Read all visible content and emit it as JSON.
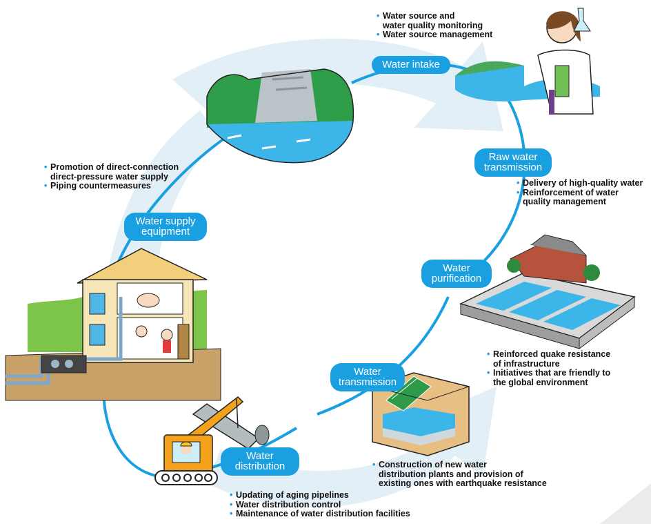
{
  "colors": {
    "accent": "#1aa0e0",
    "cycle_arrow": "#e2eff7",
    "water": "#3cb6e8",
    "grass": "#7cc44a",
    "soil": "#c9a26a",
    "machine": "#f4a21b"
  },
  "stages": {
    "intake": {
      "label": "Water intake"
    },
    "raw_transmission": {
      "label_line1": "Raw water",
      "label_line2": "transmission"
    },
    "purification": {
      "label_line1": "Water",
      "label_line2": "purification"
    },
    "transmission": {
      "label_line1": "Water",
      "label_line2": "transmission"
    },
    "distribution": {
      "label_line1": "Water",
      "label_line2": "distribution"
    },
    "supply_equipment": {
      "label_line1": "Water supply",
      "label_line2": "equipment"
    }
  },
  "notes": {
    "intake": {
      "item1_line1": "Water source and",
      "item1_line2": "water quality monitoring",
      "item2": "Water source management"
    },
    "raw_transmission": {
      "item1": "Delivery of high-quality water",
      "item2_line1": "Reinforcement of water",
      "item2_line2": "quality management"
    },
    "purification": {
      "item1_line1": "Reinforced quake resistance",
      "item1_line2": "of infrastructure",
      "item2_line1": "Initiatives that are friendly to",
      "item2_line2": "the global environment"
    },
    "transmission": {
      "item1_line1": "Construction of new water",
      "item1_line2": "distribution plants and provision of",
      "item1_line3": "existing ones with earthquake resistance"
    },
    "distribution": {
      "item1": "Updating of aging pipelines",
      "item2": "Water distribution control",
      "item3": "Maintenance of water distribution facilities"
    },
    "supply_equipment": {
      "item1_line1": "Promotion of direct-connection",
      "item1_line2": "direct-pressure water supply",
      "item2": "Piping countermeasures"
    }
  },
  "icons": {
    "dam": "dam-illustration",
    "scientist": "scientist-with-flask-illustration",
    "plant": "purification-plant-illustration",
    "reservoir": "underground-reservoir-illustration",
    "crane": "excavator-crane-illustration",
    "house": "house-with-family-illustration"
  }
}
